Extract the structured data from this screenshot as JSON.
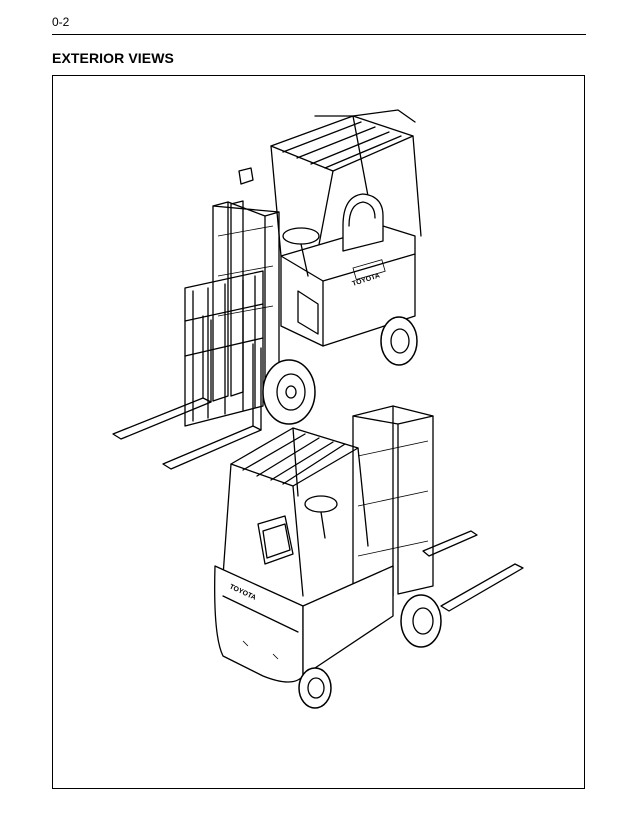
{
  "header": {
    "page_number": "0-2",
    "section_title": "EXTERIOR VIEWS"
  },
  "figure": {
    "logo_text_front": "TOYOTA",
    "logo_text_rear": "TOYOTA"
  }
}
